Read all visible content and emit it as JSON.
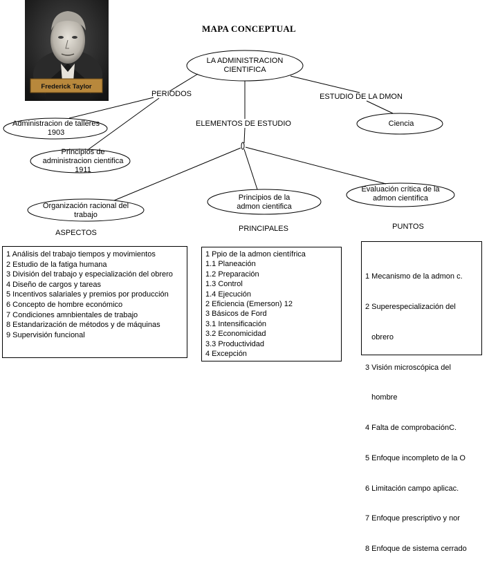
{
  "title": "MAPA CONCEPTUAL",
  "photo": {
    "caption": "Frederick Taylor"
  },
  "nodes": {
    "root": [
      "LA ADMINISTRACION",
      "CIENTIFICA"
    ],
    "periodos": "PERIODOS",
    "estudio": "ESTUDIO DE LA DMON",
    "talleres": [
      "Administracion de talleres",
      "1903"
    ],
    "elementos": "ELEMENTOS DE ESTUDIO",
    "ciencia": "Ciencia",
    "principios1911": [
      "Principios de",
      "administracion cientifica",
      "1911"
    ],
    "organizacion": [
      "Organización racional del",
      "trabajo"
    ],
    "principios_admon": [
      "Principios de la",
      "admon cientifica"
    ],
    "evaluacion": [
      "Evaluación crítica de la",
      "admon científica"
    ],
    "aspectos": "ASPECTOS",
    "principales": "PRINCIPALES",
    "puntos": "PUNTOS"
  },
  "lists": {
    "aspectos": [
      "1 Análisis del trabajo tiempos y movimientos",
      "2 Estudio de la fatiga humana",
      "3 División del trabajo y especialización del obrero",
      "4 Diseño de cargos y tareas",
      "5 Incentivos salariales y premios por producción",
      "6 Concepto de hombre económico",
      "7 Condiciones amnbientales de trabajo",
      "8 Estandarización de métodos y de máquinas",
      "9 Supervisión funcional"
    ],
    "principales": [
      "1 Ppio de la admon científrica",
      "1.1 Planeación",
      "1.2 Preparación",
      "1.3 Control",
      "1.4 Ejecución",
      "2 Eficiencia (Emerson)  12",
      "3 Básicos de Ford",
      "3.1 Intensificación",
      "3.2 Economicidad",
      "3.3 Productividad",
      "4 Excepción"
    ],
    "puntos": [
      "1 Mecanismo de la admon c.",
      "2 Superespecialización del",
      "   obrero",
      "3 Visión microscópica del",
      "   hombre",
      "4 Falta de comprobaciónC.",
      "5 Enfoque incompleto de la O",
      "6 Limitación campo aplicac.",
      "7 Enfoque prescriptivo y nor",
      "8 Enfoque de sistema cerrado"
    ]
  }
}
